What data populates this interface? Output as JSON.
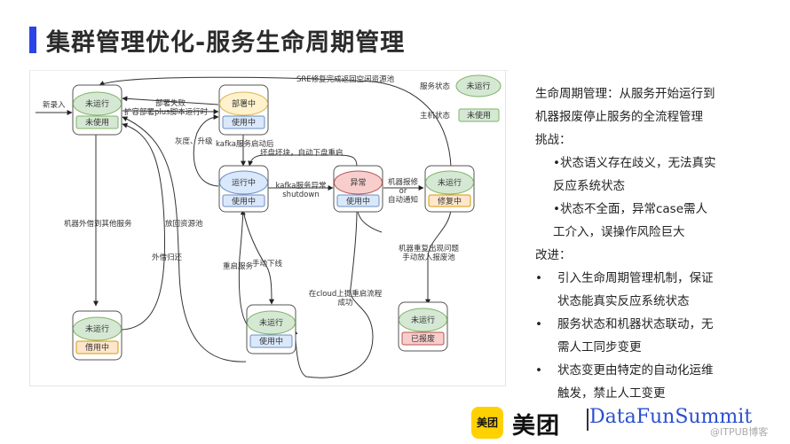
{
  "slide": {
    "title": "集群管理优化-服务生命周期管理",
    "accent_color": "#2a44e6"
  },
  "diagram": {
    "nodes": [
      {
        "id": "n1",
        "service_state": "未运行",
        "host_state": "未使用",
        "service_color": "#d5e8d4",
        "host_color": "#d5e8d4"
      },
      {
        "id": "n2",
        "service_state": "部署中",
        "host_state": "使用中",
        "service_color": "#fff2cc",
        "host_color": "#dae8fc"
      },
      {
        "id": "n3",
        "service_state": "运行中",
        "host_state": "使用中",
        "service_color": "#dae8fc",
        "host_color": "#dae8fc"
      },
      {
        "id": "n4",
        "service_state": "异常",
        "host_state": "使用中",
        "service_color": "#f8cecc",
        "host_color": "#dae8fc"
      },
      {
        "id": "n5",
        "service_state": "未运行",
        "host_state": "修复中",
        "service_color": "#d5e8d4",
        "host_color": "#ffe6cc"
      },
      {
        "id": "n6",
        "service_state": "未运行",
        "host_state": "借用中",
        "service_color": "#d5e8d4",
        "host_color": "#ffe6cc"
      },
      {
        "id": "n7",
        "service_state": "未运行",
        "host_state": "使用中",
        "service_color": "#d5e8d4",
        "host_color": "#dae8fc"
      },
      {
        "id": "n8",
        "service_state": "未运行",
        "host_state": "已报废",
        "service_color": "#d5e8d4",
        "host_color": "#f8cecc"
      }
    ],
    "edge_labels": {
      "new_entry": "新录入",
      "deploy_fail": "部署失败",
      "expand_deploy": "扩容部署plus脚本运行时",
      "gray_upgrade": "灰度、升级",
      "kafka_started": "kafka服务启动后",
      "disk_bad": "坏盘坏块，自动下盘重启",
      "kafka_abnormal_1": "kafka服务异常",
      "kafka_abnormal_2": "shutdown",
      "repair_1": "机器报修",
      "repair_2": "or",
      "repair_3": "自动通知",
      "sre_return": "SRE修复完成返回空闲资源池",
      "lend_out": "机器外借到其他服务",
      "return_pool": "放回资源池",
      "lend_return": "外借归还",
      "restart_service": "重启服务",
      "manual_offline": "手动下线",
      "cloud_restart_1": "在cloud上提重启流程",
      "cloud_restart_2": "成功",
      "scrap_1": "机器重复出现问题",
      "scrap_2": "手动放入报废池"
    },
    "legend": {
      "service_label": "服务状态",
      "service_sample": "未运行",
      "host_label": "主机状态",
      "host_sample": "未使用"
    }
  },
  "notes": {
    "intro_1": "生命周期管理：从服务开始运行到",
    "intro_2": "机器报废停止服务的全流程管理",
    "challenge_heading": "挑战：",
    "challenges": [
      {
        "line1": "•状态语义存在歧义，无法真实",
        "line2": "反应系统状态"
      },
      {
        "line1": "•状态不全面，异常case需人",
        "line2": "工介入，误操作风险巨大"
      }
    ],
    "improve_heading": "改进：",
    "bullet_glyph": "•",
    "improvements": [
      {
        "line1": "引入生命周期管理机制，保证",
        "line2": "状态能真实反应系统状态"
      },
      {
        "line1": "服务状态和机器状态联动，无",
        "line2": "需人工同步变更"
      },
      {
        "line1": "状态变更由特定的自动化运维",
        "line2": "触发，禁止人工变更"
      }
    ]
  },
  "footer": {
    "logo_badge": "美团",
    "logo_text": "美团",
    "summit": "DataFunSummit",
    "summit_color": "#2a4fd0",
    "watermark": "@ITPUB博客"
  }
}
